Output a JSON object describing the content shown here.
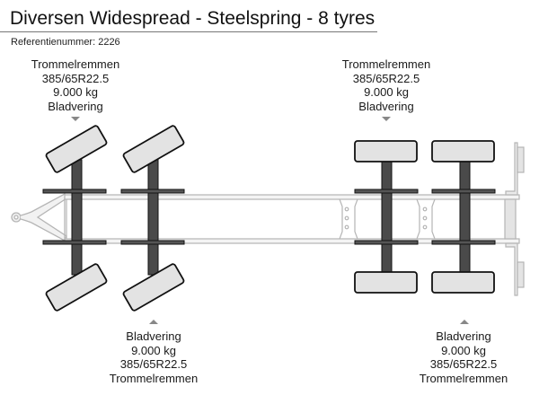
{
  "header": {
    "title": "Diversen Widespread - Steelspring - 8 tyres",
    "reference": "Referentienummer: 2226"
  },
  "axles_top": [
    {
      "brakes": "Trommelremmen",
      "tyre_size": "385/65R22.5",
      "capacity": "9.000 kg",
      "suspension": "Bladvering",
      "marker": "triangle-down"
    },
    {
      "brakes": "Trommelremmen",
      "tyre_size": "385/65R22.5",
      "capacity": "9.000 kg",
      "suspension": "Bladvering",
      "marker": "triangle-down"
    }
  ],
  "axles_bottom": [
    {
      "suspension": "Bladvering",
      "capacity": "9.000 kg",
      "tyre_size": "385/65R22.5",
      "brakes": "Trommelremmen",
      "marker": "triangle-up"
    },
    {
      "suspension": "Bladvering",
      "capacity": "9.000 kg",
      "tyre_size": "385/65R22.5",
      "brakes": "Trommelremmen",
      "marker": "triangle-up"
    }
  ],
  "colors": {
    "tyre_fill": "#e3e3e3",
    "tyre_stroke": "#111111",
    "axle": "#4a4a4a",
    "spring": "#555555",
    "frame_stroke": "#b5b5b5",
    "frame_fill": "#f2f2f2",
    "marker": "#888888"
  }
}
